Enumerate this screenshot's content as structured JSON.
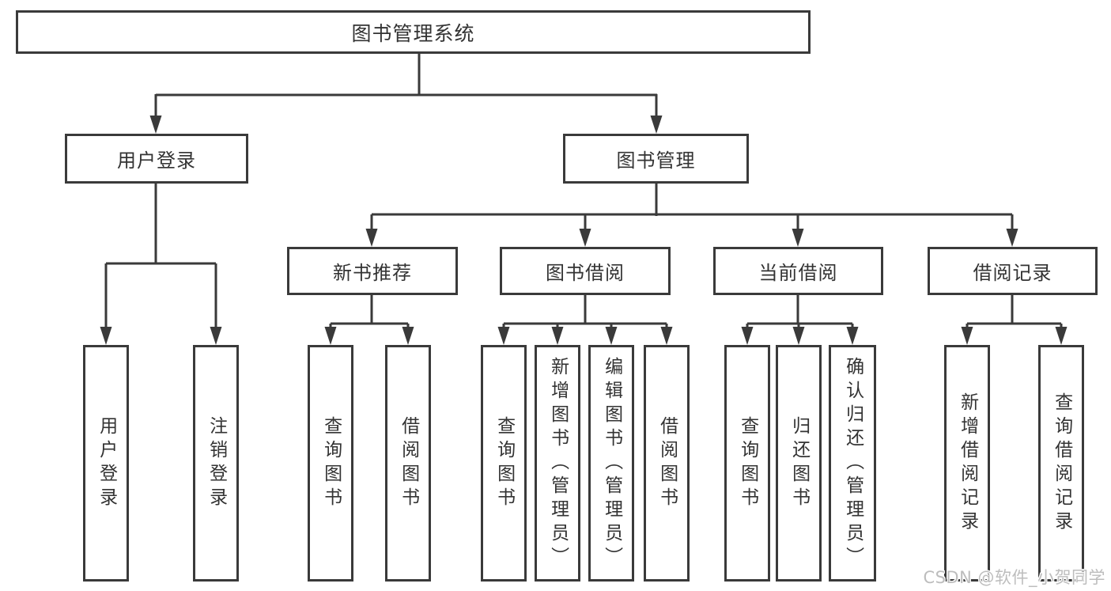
{
  "diagram_title": "图书管理系统",
  "tree": {
    "label": "图书管理系统",
    "children": [
      {
        "label": "用户登录",
        "children": [
          {
            "label": "用户登录"
          },
          {
            "label": "注销登录"
          }
        ]
      },
      {
        "label": "图书管理",
        "children": [
          {
            "label": "新书推荐",
            "children": [
              {
                "label": "查询图书"
              },
              {
                "label": "借阅图书"
              }
            ]
          },
          {
            "label": "图书借阅",
            "children": [
              {
                "label": "查询图书"
              },
              {
                "label": "新增图书（管理员）"
              },
              {
                "label": "编辑图书（管理员）"
              },
              {
                "label": "借阅图书"
              }
            ]
          },
          {
            "label": "当前借阅",
            "children": [
              {
                "label": "查询图书"
              },
              {
                "label": "归还图书"
              },
              {
                "label": "确认归还（管理员）"
              }
            ]
          },
          {
            "label": "借阅记录",
            "children": [
              {
                "label": "新增借阅记录"
              },
              {
                "label": "查询借阅记录"
              }
            ]
          }
        ]
      }
    ]
  },
  "watermark": {
    "text": "CSDN @软件_小贺同学"
  },
  "colors": {
    "line": "#3a3a3a",
    "text": "#333333",
    "watermark": "#bdbdbd",
    "background": "#ffffff"
  }
}
